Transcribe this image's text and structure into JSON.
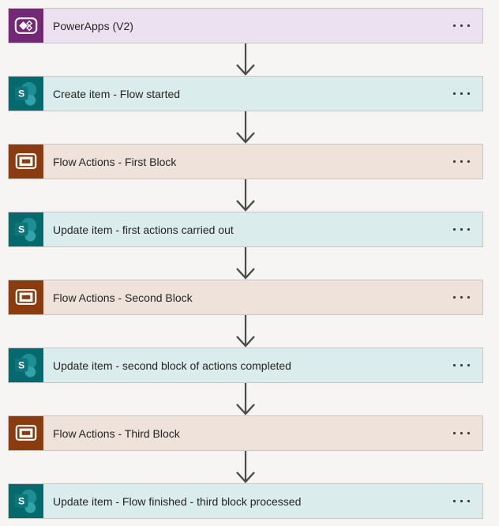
{
  "app": {
    "view": "flow-designer",
    "description_visible_only": true
  },
  "colors": {
    "page_bg": "#f6f5f3",
    "row_border": "#c8c6c4",
    "text": "#242424",
    "arrow": "#4a4a46",
    "ellipsis_dot": "#3b3a39",
    "powerapps_purple": "#742774",
    "powerapps_row_bg": "#ece1f0",
    "sharepoint_teal": "#05696d",
    "sharepoint_row_bg": "#dbecec",
    "scope_brown": "#8a3c10",
    "scope_row_bg": "#eee2da"
  },
  "icons": {
    "more": "more-options-ellipsis",
    "connector": "arrow-down",
    "powerapps": "powerapps-logo",
    "sharepoint": "sharepoint-logo",
    "scope": "scope-nested-rectangles"
  },
  "nodes": [
    {
      "label": "PowerApps (V2)",
      "type": "trigger",
      "icon": "powerapps-icon",
      "icon_bg": "#742774",
      "row_bg": "#ece1f0"
    },
    {
      "label": "Create item - Flow started",
      "type": "sharepoint-action",
      "icon": "sharepoint-icon",
      "icon_bg": "#05696d",
      "row_bg": "#dbecec"
    },
    {
      "label": "Flow Actions - First Block",
      "type": "scope",
      "icon": "scope-icon",
      "icon_bg": "#8a3c10",
      "row_bg": "#eee2da"
    },
    {
      "label": "Update item - first actions carried out",
      "type": "sharepoint-action",
      "icon": "sharepoint-icon",
      "icon_bg": "#05696d",
      "row_bg": "#dbecec"
    },
    {
      "label": "Flow Actions - Second Block",
      "type": "scope",
      "icon": "scope-icon",
      "icon_bg": "#8a3c10",
      "row_bg": "#eee2da"
    },
    {
      "label": "Update item - second block of actions completed",
      "type": "sharepoint-action",
      "icon": "sharepoint-icon",
      "icon_bg": "#05696d",
      "row_bg": "#dbecec"
    },
    {
      "label": "Flow Actions - Third Block",
      "type": "scope",
      "icon": "scope-icon",
      "icon_bg": "#8a3c10",
      "row_bg": "#eee2da"
    },
    {
      "label": "Update item - Flow finished - third block processed",
      "type": "sharepoint-action",
      "icon": "sharepoint-icon",
      "icon_bg": "#05696d",
      "row_bg": "#dbecec"
    }
  ]
}
